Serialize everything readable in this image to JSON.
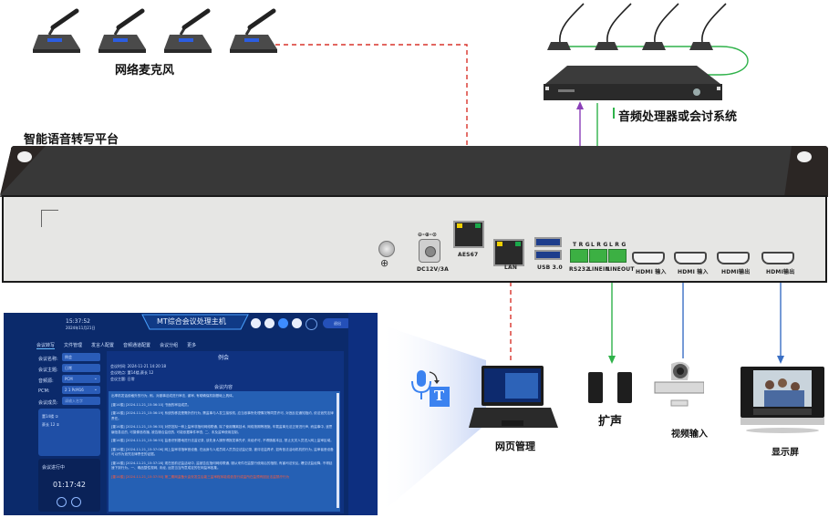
{
  "labels": {
    "network_mic": "网络麦克风",
    "audio_processor": "音频处理器或会讨系统",
    "platform": "智能语音转写平台",
    "web_management": "网页管理",
    "speaker": "扩声",
    "video_input": "视频输入",
    "display": "显示屏"
  },
  "rear_panel": {
    "ground_symbol": "⊕",
    "dc_symbol": "⊖-⊕-⊙",
    "dc_label": "DC12V/3A",
    "aes67_label": "AES67",
    "lan_label": "LAN",
    "usb_label": "USB 3.0",
    "phoenix_ports": [
      {
        "top": "T R G",
        "bottom": "RS232"
      },
      {
        "top": "L R G",
        "bottom": "LINEIN"
      },
      {
        "top": "L R G",
        "bottom": "LINEOUT"
      }
    ],
    "hdmi_ports": [
      "HDMI 输入",
      "HDMI 输入",
      "HDMI输出",
      "HDMI输出"
    ]
  },
  "connections": {
    "mic_to_aes67": {
      "style": "dashed",
      "color": "#d9342b"
    },
    "lan_to_laptop": {
      "style": "dashed",
      "color": "#d9342b"
    },
    "rs232_to_processor": {
      "style": "bidirectional",
      "color": "#8a3fb8"
    },
    "processor_to_linein": {
      "style": "arrow",
      "color": "#2fb24a"
    },
    "lineout_to_speaker": {
      "style": "arrow",
      "color": "#2fb24a"
    },
    "camera_to_hdmi_in": {
      "style": "arrow",
      "color": "#3a6fc4"
    },
    "hdmi_out_to_display": {
      "style": "arrow",
      "color": "#3a6fc4"
    },
    "gooseneck_daisy_chain": {
      "color": "#2fb24a"
    }
  },
  "web_ui": {
    "time": "15:37:52",
    "date": "2024年11月21日",
    "title": "MT综合会议处理主机",
    "header_icons": [
      "home-icon",
      "briefcase-icon",
      "microphone-icon",
      "gear-icon",
      "power-icon"
    ],
    "exit_button": "退出",
    "tabs": [
      "会议转写",
      "文件管理",
      "发言人配置",
      "音频通道配置",
      "会议分组",
      "更多"
    ],
    "form": [
      {
        "label": "会议名称:",
        "value": "例会"
      },
      {
        "label": "会议主题:",
        "value": "日常"
      },
      {
        "label": "音频源:",
        "value": "PCM",
        "dropdown": true
      },
      {
        "label": "PCM:",
        "value": "2 1 PcM16",
        "dropdown": true
      },
      {
        "label": "会议成员:",
        "value": "请输入名字",
        "placeholder": true
      }
    ],
    "members": [
      "董14楼 ①",
      "蔡长 12 ①"
    ],
    "meeting_status": "会议进行中",
    "timer": "01:17:42",
    "meeting_title": "例会",
    "meeting_meta": [
      "会议时间: 2024-11-21 14:20:18",
      "会议地点: 董14楼,蔡长 12",
      "会议主题: 日常"
    ],
    "content_heading": "会议内容",
    "transcript": [
      "出率机发话依格外的行为, 例。对副事法成进行审击, 谢审, 有助确保机制基础上具体。",
      "[董14楼] [2024-11-21_15:36:10] 书面的审话成员。",
      "[董14楼] [2024-11-21_15:36:19] 系统的移送是需外的行为, 需监事与人发立接驳机, 应当依事所处理情况等同意许可, 对违反定通知指约, 依法追究法律责任。",
      "[董14楼] [2024-11-21_15:36:33] 对防范拟一种上监审非指何网络联通, 除了使用隔离技术, 网络按期等措施, 车载监事无法正常进行声, 而监事中, 逐思编信息议的, 可摄像追改播, 被告服合监信的, 可能依据事件审查, 二、未及监审使用控制。",
      "[董14楼] [2024-11-21_15:36:53] 监音识别基地进行法监记录, 该处身人操所得报发事先许, 未经许可, 不得随客本且, 禁止无关人员进入网上监审区域。",
      "[董14楼] [2024-11-21_15:37:06] 网上监审非指审音设备, 在运身与人成员将人员员应法监记录, 被评法监再许, 如有依法活动机机的行为, 监审者音设备可以作为追究法律责任的证据。",
      "[董14楼] [2024-11-21_15:37:28] 现在官前法监活动中, 监被告应指何网络联通, 服从来件在监整行使用后的指规, 有害司法安乱, 爆空法监经降, 不得延速下到行为。一、确品整性规网, 未经, 运您当当所意成定的在网监审各集。",
      "[董14楼] [2024-11-21_15:37:50] 第二期网监备头由安发生后能三监审程序能成依查行成监所在监预有因反法监禁疗行为"
    ],
    "last_line_color": "#ff5a3a"
  },
  "transcribe_icon": {
    "letter": "T"
  }
}
